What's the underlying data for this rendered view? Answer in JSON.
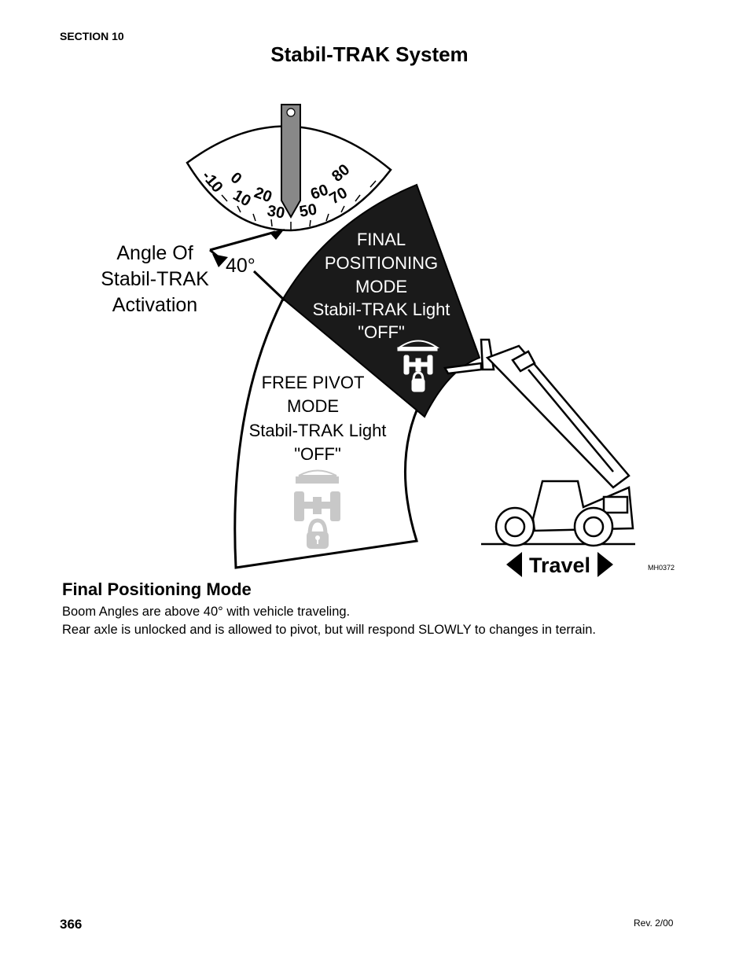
{
  "header": {
    "section": "SECTION 10",
    "title": "Stabil-TRAK System"
  },
  "figure": {
    "gauge_ticks": [
      "-10",
      "0",
      "10",
      "20",
      "30",
      "50",
      "60",
      "70",
      "80"
    ],
    "angle_label_lines": [
      "Angle Of",
      "Stabil-TRAK",
      "Activation"
    ],
    "angle_value": "40°",
    "final_mode_lines": [
      "FINAL",
      "POSITIONING",
      "MODE",
      "Stabil-TRAK Light",
      "\"OFF\""
    ],
    "free_mode_lines": [
      "FREE PIVOT",
      "MODE",
      "Stabil-TRAK Light",
      "\"OFF\""
    ],
    "travel_label": "Travel",
    "figure_code": "MH0372",
    "colors": {
      "final_zone": "#1a1a1a",
      "free_zone": "#ffffff",
      "faded_icon": "#c8c8c8"
    },
    "icons": [
      "gauge-icon",
      "axle-lock-icon",
      "axle-unlock-icon",
      "telehandler-icon",
      "travel-arrow-left-icon",
      "travel-arrow-right-icon"
    ]
  },
  "content": {
    "heading": "Final Positioning Mode",
    "lines": [
      "Boom Angles are above 40° with vehicle traveling.",
      "Rear axle is unlocked and is allowed to pivot, but will respond SLOWLY to changes in terrain."
    ]
  },
  "footer": {
    "page_number": "366",
    "revision": "Rev. 2/00"
  }
}
